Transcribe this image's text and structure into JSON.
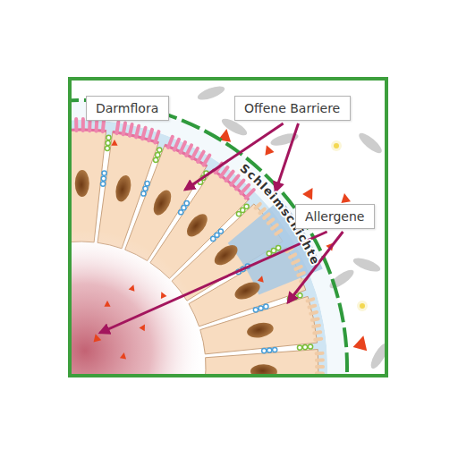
{
  "diagram": {
    "nodes": [
      {
        "text": [
          "Darmflora"
        ]
      },
      {
        "text": [
          "Offene Barriere"
        ]
      },
      {
        "text": [
          "Allergene"
        ]
      }
    ],
    "labels": [
      "Schleimschichte"
    ]
  }
}
